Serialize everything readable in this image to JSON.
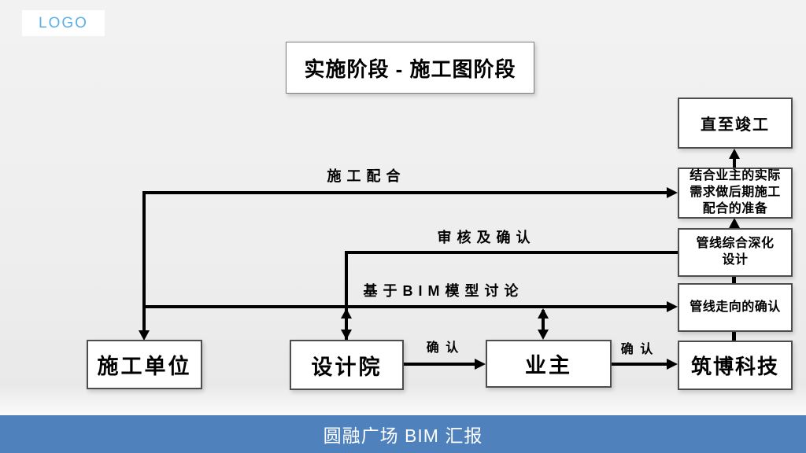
{
  "slide": {
    "logo_text": "LOGO",
    "title": "实施阶段 - 施工图阶段",
    "footer_text": "圆融广场 BIM 汇报"
  },
  "colors": {
    "footer_bar": "#4f81bd",
    "logo_text": "#59b0e8",
    "connector_line": "#000000",
    "node_border": "#4d4d4d",
    "background": "#efefef"
  },
  "nodes": {
    "construction_unit": "施工单位",
    "design_institute": "设计院",
    "owner": "业主",
    "zhubo_tech": "筑博科技",
    "until_completion": "直至竣工",
    "later_prep": "结合业主的实际\n需求做后期施工\n配合的准备",
    "mep_deepening": "管线综合深化\n设计",
    "routing_confirm": "管线走向的确认"
  },
  "edge_labels": {
    "construction_coordination": "施 工 配 合",
    "review_confirm": "审 核 及 确 认",
    "bim_discussion": "基 于 B I M 模 型 讨 论",
    "confirm_design_to_owner": "确 认",
    "confirm_owner_to_zhubo": "确 认"
  }
}
